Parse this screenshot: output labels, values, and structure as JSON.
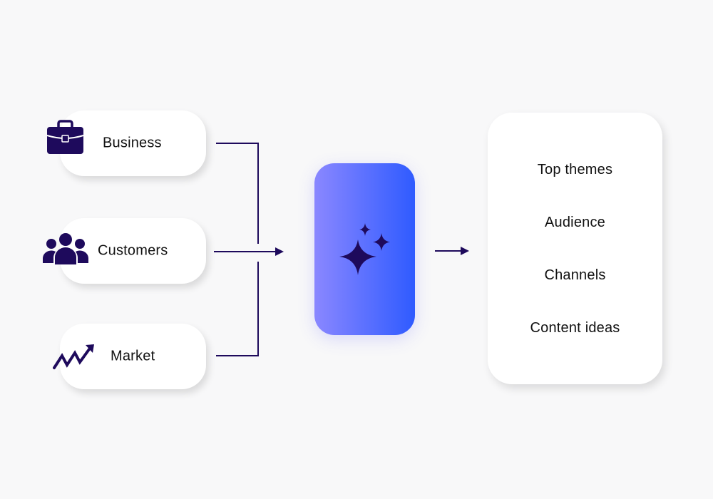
{
  "inputs": [
    {
      "label": "Business",
      "icon": "briefcase-icon"
    },
    {
      "label": "Customers",
      "icon": "users-icon"
    },
    {
      "label": "Market",
      "icon": "trend-up-icon"
    }
  ],
  "processor": {
    "icon": "sparkle-icon"
  },
  "outputs": [
    "Top themes",
    "Audience",
    "Channels",
    "Content ideas"
  ],
  "colors": {
    "background": "#f8f8f9",
    "ink": "#1e0a5c",
    "gradient_start": "#8a87ff",
    "gradient_end": "#2f5bff"
  }
}
